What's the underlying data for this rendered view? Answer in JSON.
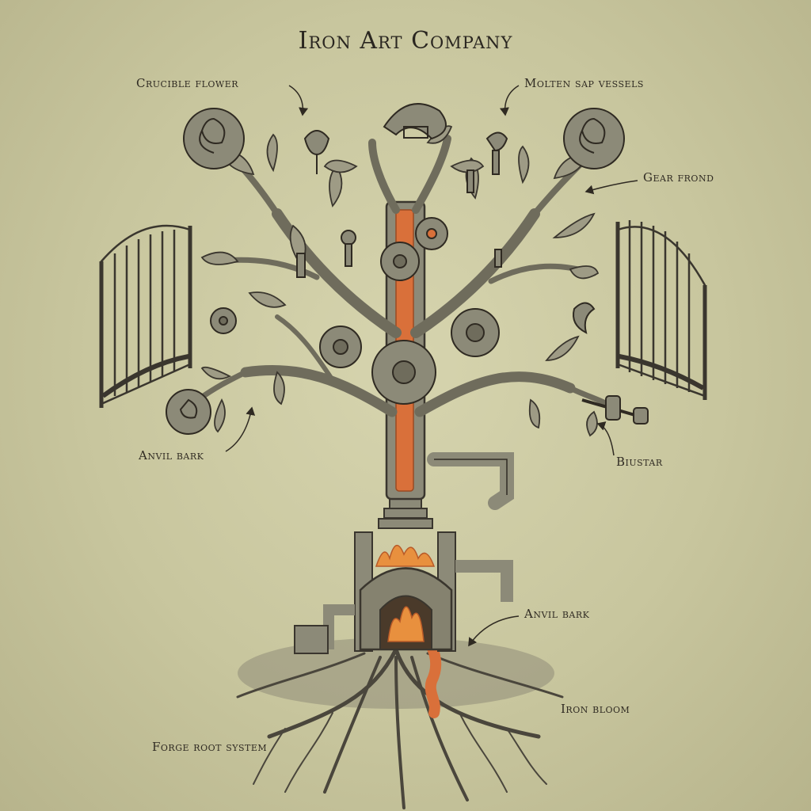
{
  "title": "Iron Art Company",
  "labels": {
    "crucible_flower": "Crucible flower",
    "molten_sap_vessels": "Molten sap vessels",
    "gear_frond": "Gear frond",
    "anvil_bark_left": "Anvil bark",
    "biustar": "Biustar",
    "anvil_bark_right": "Anvil bark",
    "iron_bloom": "Iron bloom",
    "forge_root_system": "Forge root system"
  },
  "colors": {
    "background": "#c9c7a0",
    "ink": "#2f2a22",
    "iron": "#8c8a78",
    "molten": "#d9703a",
    "flame": "#e8903e"
  }
}
